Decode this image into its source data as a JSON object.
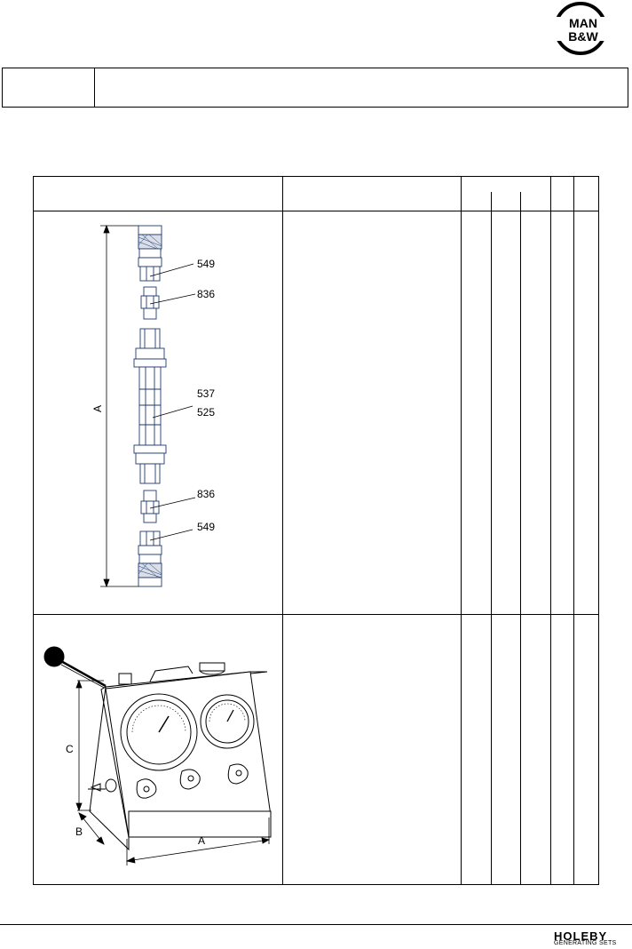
{
  "header": {
    "logo_top": "MAN",
    "logo_bottom": "B&W",
    "code": "",
    "title": ""
  },
  "parts": {
    "hose_callouts": [
      "549",
      "836",
      "537",
      "525",
      "836",
      "549"
    ],
    "hose_dimension": "A",
    "pump_dimensions": [
      "C",
      "B",
      "A"
    ]
  },
  "footer": {
    "brand": "HOLEBY",
    "subtitle": "GENERATING SETS"
  },
  "colors": {
    "line": "#000000",
    "part_stroke": "#1e3a6e"
  }
}
